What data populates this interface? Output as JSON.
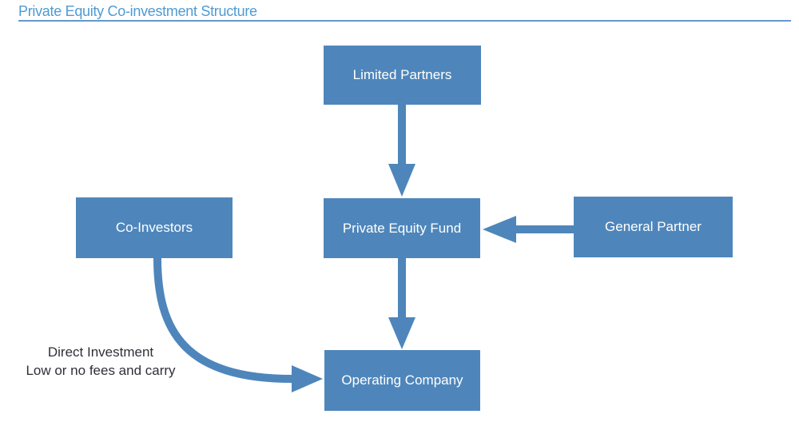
{
  "title": "Private Equity Co-investment Structure",
  "nodes": {
    "limited_partners": {
      "label": "Limited Partners"
    },
    "co_investors": {
      "label": "Co-Investors"
    },
    "private_equity_fund": {
      "label": "Private Equity Fund"
    },
    "general_partner": {
      "label": "General Partner"
    },
    "operating_company": {
      "label": "Operating Company"
    }
  },
  "edges": [
    {
      "from": "Limited Partners",
      "to": "Private Equity Fund",
      "direction": "down"
    },
    {
      "from": "General Partner",
      "to": "Private Equity Fund",
      "direction": "left"
    },
    {
      "from": "Private Equity Fund",
      "to": "Operating Company",
      "direction": "down"
    },
    {
      "from": "Co-Investors",
      "to": "Operating Company",
      "direction": "curved-down-right",
      "label": "Direct Investment / Low or no fees and carry"
    }
  ],
  "annotation": {
    "line1": "Direct Investment",
    "line2": "Low or no fees and carry"
  },
  "colors": {
    "node_fill": "#4E86BB",
    "node_text": "#FFFFFF",
    "arrow": "#4E86BB",
    "title_text": "#4E9BD3",
    "title_rule": "#6597CC",
    "annotation_text": "#2F2F38",
    "background": "#FFFFFF"
  }
}
